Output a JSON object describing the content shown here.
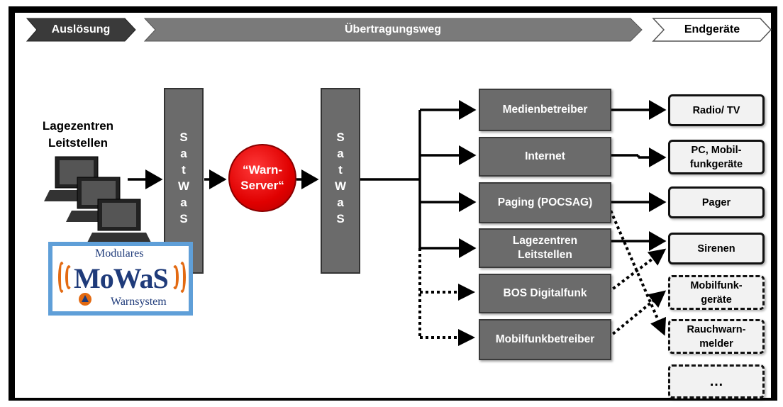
{
  "header": {
    "trigger": "Auslösung",
    "transmission": "Übertragungsweg",
    "devices": "Endgeräte"
  },
  "source": {
    "line1": "Lagezentren",
    "line2": "Leitstellen"
  },
  "satwas_letters": [
    "S",
    "a",
    "t",
    "W",
    "a",
    "S"
  ],
  "warn_server": {
    "line1": "“Warn-",
    "line2": "Server“"
  },
  "logo": {
    "top": "Modulares",
    "main": "MoWaS",
    "bottom": "Warnsystem"
  },
  "channels": [
    {
      "label": "Medienbetreiber"
    },
    {
      "label": "Internet"
    },
    {
      "label": "Paging (POCSAG)"
    },
    {
      "line1": "Lagezentren",
      "line2": "Leitstellen"
    },
    {
      "label": "BOS Digitalfunk"
    },
    {
      "label": "Mobilfunkbetreiber"
    }
  ],
  "endpoints": [
    {
      "label": "Radio/ TV"
    },
    {
      "line1": "PC, Mobil-",
      "line2": "funkgeräte"
    },
    {
      "label": "Pager"
    },
    {
      "label": "Sirenen"
    },
    {
      "line1": "Mobilfunk-",
      "line2": "geräte"
    },
    {
      "line1": "Rauchwarn-",
      "line2": "melder"
    },
    {
      "label": "…"
    }
  ],
  "colors": {
    "header_dark": "#3a3a3a",
    "header_mid": "#7a7a7a",
    "box_gray": "#6b6b6b",
    "server_red": "#e00000",
    "logo_blue": "#1f3b7a",
    "logo_orange": "#e36a12",
    "frame_blue": "#5f9fd8"
  }
}
